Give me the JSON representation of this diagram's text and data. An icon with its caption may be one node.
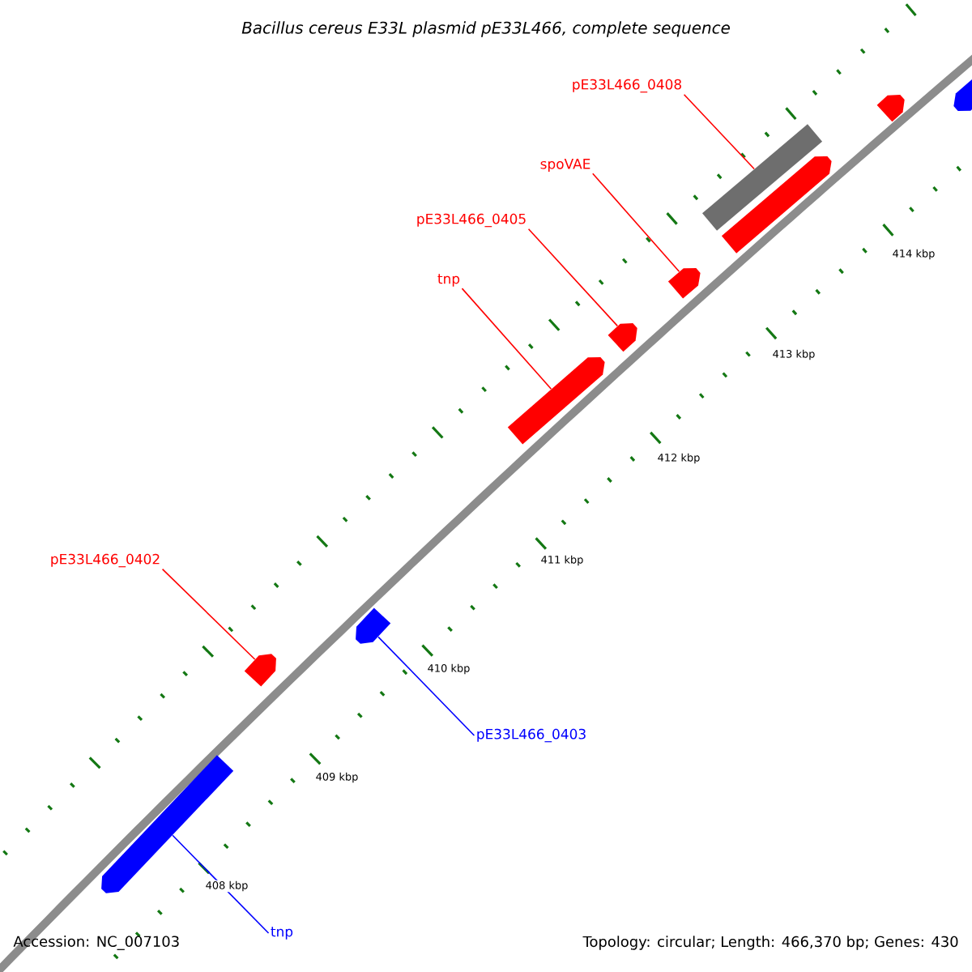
{
  "diagram": {
    "title": "Bacillus cereus E33L plasmid pE33L466, complete sequence",
    "nodes": [
      {
        "text": [
          "pE33L466_0408"
        ]
      },
      {
        "text": [
          "spoVAE"
        ]
      },
      {
        "text": [
          "pE33L466_0405"
        ]
      },
      {
        "text": [
          "tnp"
        ]
      },
      {
        "text": [
          "pE33L466_0402"
        ]
      },
      {
        "text": [
          "pE33L466_0403"
        ]
      },
      {
        "text": [
          "tnp"
        ]
      },
      {
        "text": [],
        "shape": "arrow"
      },
      {
        "text": [],
        "shape": "arrow"
      },
      {
        "text": [],
        "shape": "arrow"
      },
      {
        "text": [],
        "shape": "arrow"
      },
      {
        "text": [],
        "shape": "arrow"
      },
      {
        "text": [],
        "shape": "arrow"
      },
      {
        "text": [],
        "shape": "bar"
      },
      {
        "text": [],
        "shape": "arrow"
      },
      {
        "text": [],
        "shape": "arrow"
      },
      {
        "text": [],
        "shape": "arrow"
      }
    ],
    "edges": [
      {
        "from": 0,
        "to": 13,
        "arrow": "none"
      },
      {
        "from": 1,
        "to": 12,
        "arrow": "none"
      },
      {
        "from": 2,
        "to": 11,
        "arrow": "none"
      },
      {
        "from": 3,
        "to": 10,
        "arrow": "none"
      },
      {
        "from": 4,
        "to": 8,
        "arrow": "none"
      },
      {
        "from": 5,
        "to": 9,
        "arrow": "none",
        "color": "#0000ff"
      },
      {
        "from": 6,
        "to": 7,
        "arrow": "none",
        "color": "#0000ff"
      }
    ],
    "labels": [
      "414 kbp",
      "413 kbp",
      "412 kbp",
      "411 kbp",
      "410 kbp",
      "409 kbp",
      "408 kbp",
      "Accession: NC_007103",
      "Topology: circular; Length: 466,370 bp; Genes: 430"
    ]
  }
}
